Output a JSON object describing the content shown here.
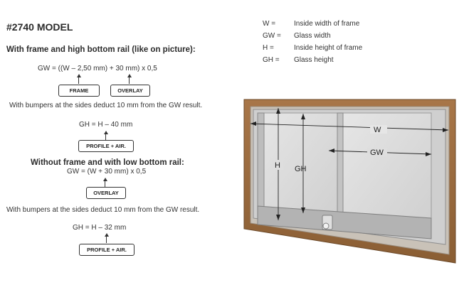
{
  "title": "#2740 MODEL",
  "section1": {
    "heading": "With frame and high bottom rail (like on picture):",
    "formula": "GW = ((W – 2,50 mm) + 30 mm) x 0,5",
    "box_frame": "FRAME",
    "box_overlay": "OVERLAY",
    "note": "With bumpers at the sides deduct 10 mm from the GW result.",
    "gh_formula": "GH = H – 40 mm",
    "box_profile": "PROFILE + AIR."
  },
  "section2": {
    "heading": "Without frame and with low bottom rail:",
    "formula": "GW = (W + 30 mm) x 0,5",
    "box_overlay": "OVERLAY",
    "note": "With bumpers at the sides deduct 10 mm from the GW result.",
    "gh_formula": "GH = H – 32 mm",
    "box_profile": "PROFILE + AIR."
  },
  "legend": [
    {
      "key": "W =",
      "desc": "Inside width of frame"
    },
    {
      "key": "GW =",
      "desc": "Glass width"
    },
    {
      "key": "H =",
      "desc": "Inside height of frame"
    },
    {
      "key": "GH =",
      "desc": "Glass height"
    }
  ],
  "diagram": {
    "label_w": "W",
    "label_gw": "GW",
    "label_h": "H",
    "label_gh": "GH",
    "colors": {
      "frame": "#9a6b3c",
      "frame_dark": "#7a5230",
      "glass": "#dcdcdc",
      "rail": "#b8b8b8"
    }
  }
}
